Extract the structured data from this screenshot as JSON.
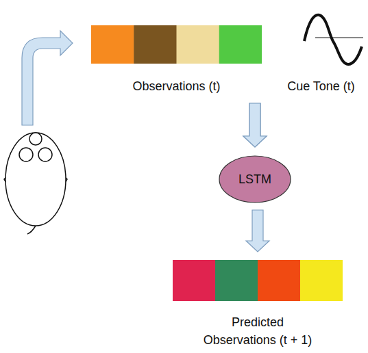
{
  "diagram": {
    "nodes": [
      {
        "text": [
          "Observations (t)"
        ]
      },
      {
        "text": [
          "Cue Tone (t)"
        ]
      },
      {
        "text": [
          "LSTM"
        ]
      },
      {
        "text": [
          "Predicted Observations (t + 1)"
        ]
      }
    ],
    "edges": [
      {
        "from": 0,
        "to": 2,
        "arrow": "to"
      },
      {
        "from": 1,
        "to": 2,
        "arrow": "to"
      },
      {
        "from": 2,
        "to": 3,
        "arrow": "to"
      }
    ]
  }
}
